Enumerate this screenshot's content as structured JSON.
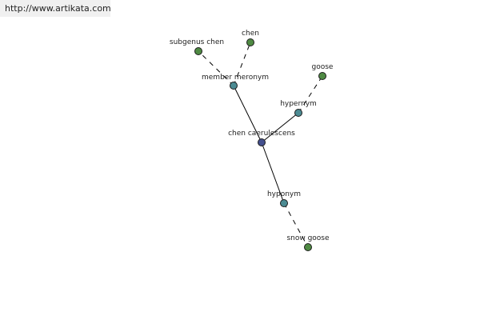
{
  "watermark": "http://www.artikata.com",
  "colors": {
    "root": "#44508e",
    "relation": "#4c8b93",
    "leaf": "#4f8a43",
    "stroke": "#1c1c1c",
    "edge": "#000000"
  },
  "nodes": [
    {
      "id": "root",
      "label": "chen caerulescens",
      "kind": "root"
    },
    {
      "id": "member-meronym",
      "label": "member meronym",
      "kind": "relation"
    },
    {
      "id": "hypernym",
      "label": "hypernym",
      "kind": "relation"
    },
    {
      "id": "hyponym",
      "label": "hyponym",
      "kind": "relation"
    },
    {
      "id": "subgenus-chen",
      "label": "subgenus chen",
      "kind": "leaf"
    },
    {
      "id": "chen",
      "label": "chen",
      "kind": "leaf"
    },
    {
      "id": "goose",
      "label": "goose",
      "kind": "leaf"
    },
    {
      "id": "snow-goose",
      "label": "snow goose",
      "kind": "leaf"
    }
  ],
  "edges": [
    {
      "from": "root",
      "to": "member-meronym",
      "style": "solid"
    },
    {
      "from": "root",
      "to": "hypernym",
      "style": "solid"
    },
    {
      "from": "root",
      "to": "hyponym",
      "style": "solid"
    },
    {
      "from": "member-meronym",
      "to": "subgenus-chen",
      "style": "dashed"
    },
    {
      "from": "member-meronym",
      "to": "chen",
      "style": "dashed"
    },
    {
      "from": "hypernym",
      "to": "goose",
      "style": "dashed"
    },
    {
      "from": "hyponym",
      "to": "snow-goose",
      "style": "dashed"
    }
  ]
}
